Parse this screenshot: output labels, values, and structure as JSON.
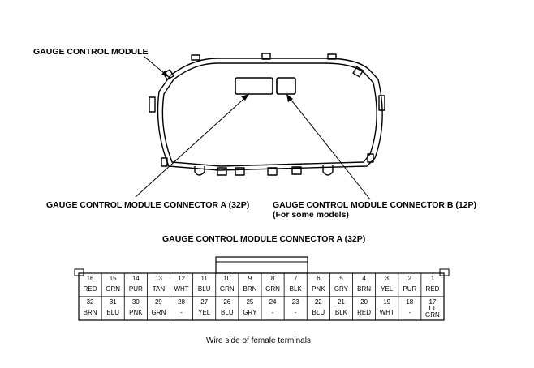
{
  "labels": {
    "gcm": "GAUGE CONTROL MODULE",
    "conn_a": "GAUGE CONTROL MODULE CONNECTOR A (32P)",
    "conn_b": "GAUGE CONTROL MODULE CONNECTOR B (12P)",
    "conn_b_note": "(For some models)",
    "connector_title": "GAUGE CONTROL MODULE CONNECTOR A (32P)",
    "caption": "Wire side of female terminals"
  },
  "connector": {
    "top_row": [
      {
        "pin": "16",
        "color": "RED"
      },
      {
        "pin": "15",
        "color": "GRN"
      },
      {
        "pin": "14",
        "color": "PUR"
      },
      {
        "pin": "13",
        "color": "TAN"
      },
      {
        "pin": "12",
        "color": "WHT"
      },
      {
        "pin": "11",
        "color": "BLU"
      },
      {
        "pin": "10",
        "color": "GRN"
      },
      {
        "pin": "9",
        "color": "BRN"
      },
      {
        "pin": "8",
        "color": "GRN"
      },
      {
        "pin": "7",
        "color": "BLK"
      },
      {
        "pin": "6",
        "color": "PNK"
      },
      {
        "pin": "5",
        "color": "GRY"
      },
      {
        "pin": "4",
        "color": "BRN"
      },
      {
        "pin": "3",
        "color": "YEL"
      },
      {
        "pin": "2",
        "color": "PUR"
      },
      {
        "pin": "1",
        "color": "RED"
      }
    ],
    "bottom_row": [
      {
        "pin": "32",
        "color": "BRN"
      },
      {
        "pin": "31",
        "color": "BLU"
      },
      {
        "pin": "30",
        "color": "PNK"
      },
      {
        "pin": "29",
        "color": "GRN"
      },
      {
        "pin": "28",
        "color": "-"
      },
      {
        "pin": "27",
        "color": "YEL"
      },
      {
        "pin": "26",
        "color": "BLU"
      },
      {
        "pin": "25",
        "color": "GRY"
      },
      {
        "pin": "24",
        "color": "-"
      },
      {
        "pin": "23",
        "color": "-"
      },
      {
        "pin": "22",
        "color": "BLU"
      },
      {
        "pin": "21",
        "color": "BLK"
      },
      {
        "pin": "20",
        "color": "RED"
      },
      {
        "pin": "19",
        "color": "WHT"
      },
      {
        "pin": "18",
        "color": "-"
      },
      {
        "pin": "17",
        "color": "LT GRN"
      }
    ]
  }
}
